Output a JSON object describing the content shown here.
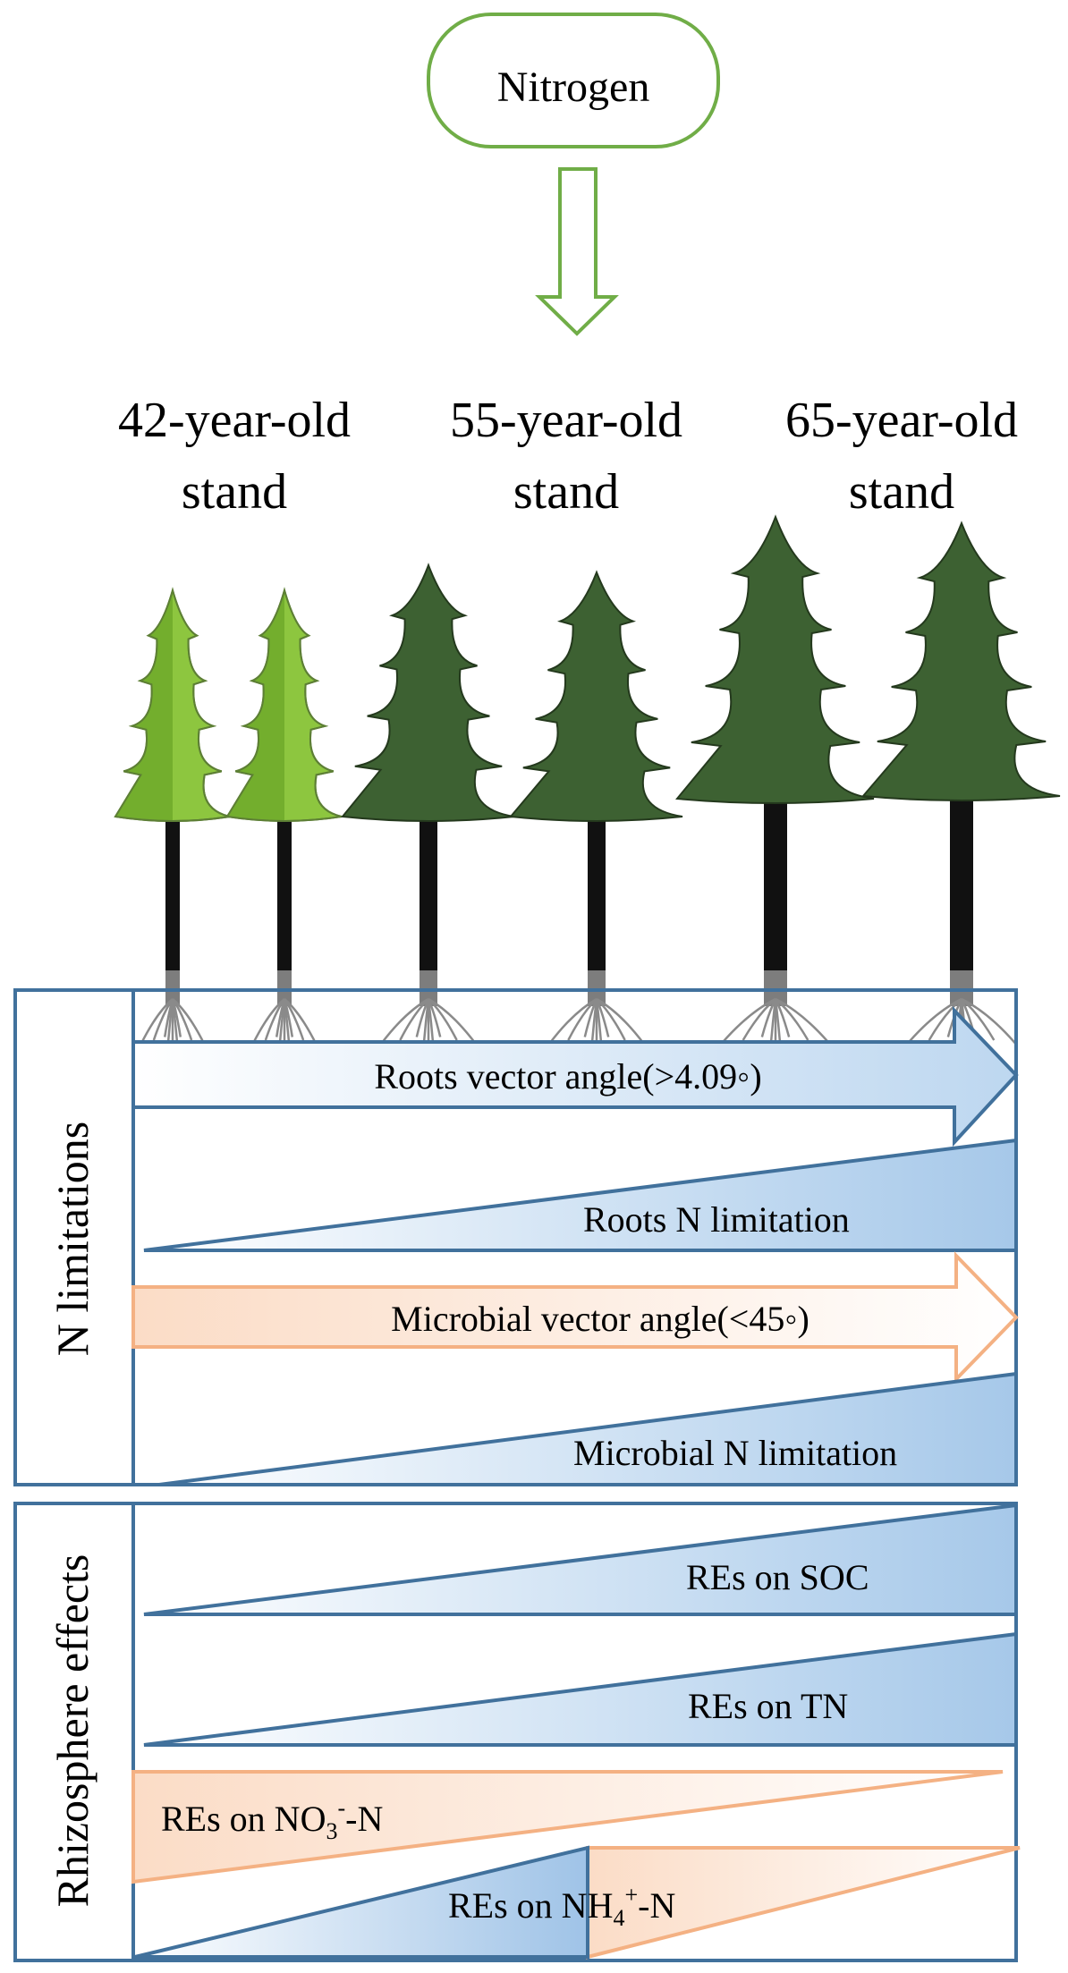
{
  "input": {
    "label": "Nitrogen"
  },
  "stands": [
    {
      "line1": "42-year-old",
      "line2": "stand"
    },
    {
      "line1": "55-year-old",
      "line2": "stand"
    },
    {
      "line1": "65-year-old",
      "line2": "stand"
    }
  ],
  "n_limitations": {
    "title": "N limitations",
    "roots_vector": "Roots  vector angle(>4.09◦)",
    "roots_limitation": "Roots  N limitation",
    "microbial_vector": "Microbial  vector angle(<45◦)",
    "microbial_limitation": "Microbial  N limitation"
  },
  "rhizosphere": {
    "title": "Rhizosphere effects",
    "soc": "REs on SOC",
    "tn": "REs on TN",
    "no3": {
      "prefix": "REs on NO",
      "sub": "3",
      "sup": "-",
      "suffix": "-N"
    },
    "nh4": {
      "prefix": "REs on NH",
      "sub": "4",
      "sup": "+",
      "suffix": "-N"
    }
  },
  "colors": {
    "green_outline": "#70ad47",
    "young_tree_light": "#8dc63f",
    "young_tree_dark": "#6fa92a",
    "old_tree": "#3d6132",
    "blue_stroke": "#41719c",
    "blue_fill": "#a9cbeb",
    "orange_stroke": "#f4b183",
    "orange_fill": "#fbdcc6"
  }
}
